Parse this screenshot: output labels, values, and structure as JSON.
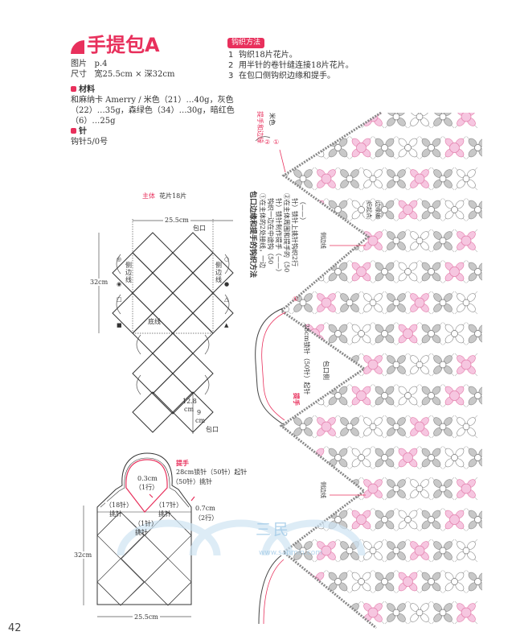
{
  "header": {
    "title": "手提包A",
    "photo_label": "图片",
    "photo_value": "p.4",
    "size_label": "尺寸",
    "size_value": "宽25.5cm × 深32cm",
    "materials_heading": "材料",
    "materials_lines": [
      "和麻纳卡 Amerry / 米色（21）…40g，灰色",
      "（22）…35g，森绿色（34）…30g，暗红色",
      "（6）…25g"
    ],
    "needle_heading": "针",
    "needle_value": "钩针5/0号"
  },
  "method": {
    "badge": "钩织方法",
    "steps": [
      {
        "num": "1",
        "text": "钩织18片花片。"
      },
      {
        "num": "2",
        "text": "用半针的卷针缝连接18片花片。"
      },
      {
        "num": "3",
        "text": "在包口侧钩织边缘和提手。"
      }
    ]
  },
  "body_diagram": {
    "title_red": "主体",
    "title": "花片18片",
    "width": "25.5cm",
    "opening": "包口",
    "height": "32cm",
    "side_line_left": "侧边线",
    "side_line_right": "侧边线",
    "bottom_line": "底线",
    "dim_a": "12.8",
    "dim_a_unit": "cm",
    "dim_b": "9",
    "dim_b_unit": "cm",
    "opening_bottom": "包口",
    "markers": [
      "◎",
      "◉",
      "□",
      "■",
      "○",
      "●",
      "△",
      "▲"
    ]
  },
  "bag_diagram": {
    "handle_label": "提手",
    "handle_chain": "28cm锁针（50针）起针",
    "handle_pickup": "（50针）挑针",
    "thickness": "0.3cm",
    "thickness_rows": "（1行）",
    "left_pick": "（18针）",
    "left_pick_label": "挑针",
    "right_pick": "（17针）",
    "right_pick_label": "挑针",
    "center_pick": "（1针）",
    "center_pick_label": "挑针",
    "edge": "0.7cm",
    "edge_rows": "（2行）",
    "height": "32cm",
    "width": "25.5cm"
  },
  "chart": {
    "top_label_red": "提手和边缘",
    "top_label_color": "米色",
    "markers": [
      "②",
      "①"
    ],
    "instructions_title": "包口边缘和提手的钩织方法",
    "instructions": [
      "①在主体的2处接线，一边",
      "钩织一边在中途钩（50",
      "针）锁针制作提手（——）",
      "②在主体周围和提手的（50",
      "针）锁针上挑针钩织2行",
      "（——）"
    ],
    "edge_start": [
      "边缘编",
      "织起点"
    ],
    "side_line_1": "侧边线",
    "side_line_2": "侧边线",
    "handle_red": "提手",
    "handle_chain": "28cm锁针（50针）起针",
    "opening_side": "包口侧",
    "marker_1": "①",
    "colors": {
      "pink": "#f6c6e0",
      "pink_line": "#e27aa8",
      "gray": "#a8a8a8",
      "dark": "#555555"
    }
  },
  "watermark": {
    "text": "三民",
    "url_text": "www.sanmin.com"
  },
  "page_number": "42",
  "colors": {
    "accent": "#e8305c",
    "text": "#333333"
  }
}
